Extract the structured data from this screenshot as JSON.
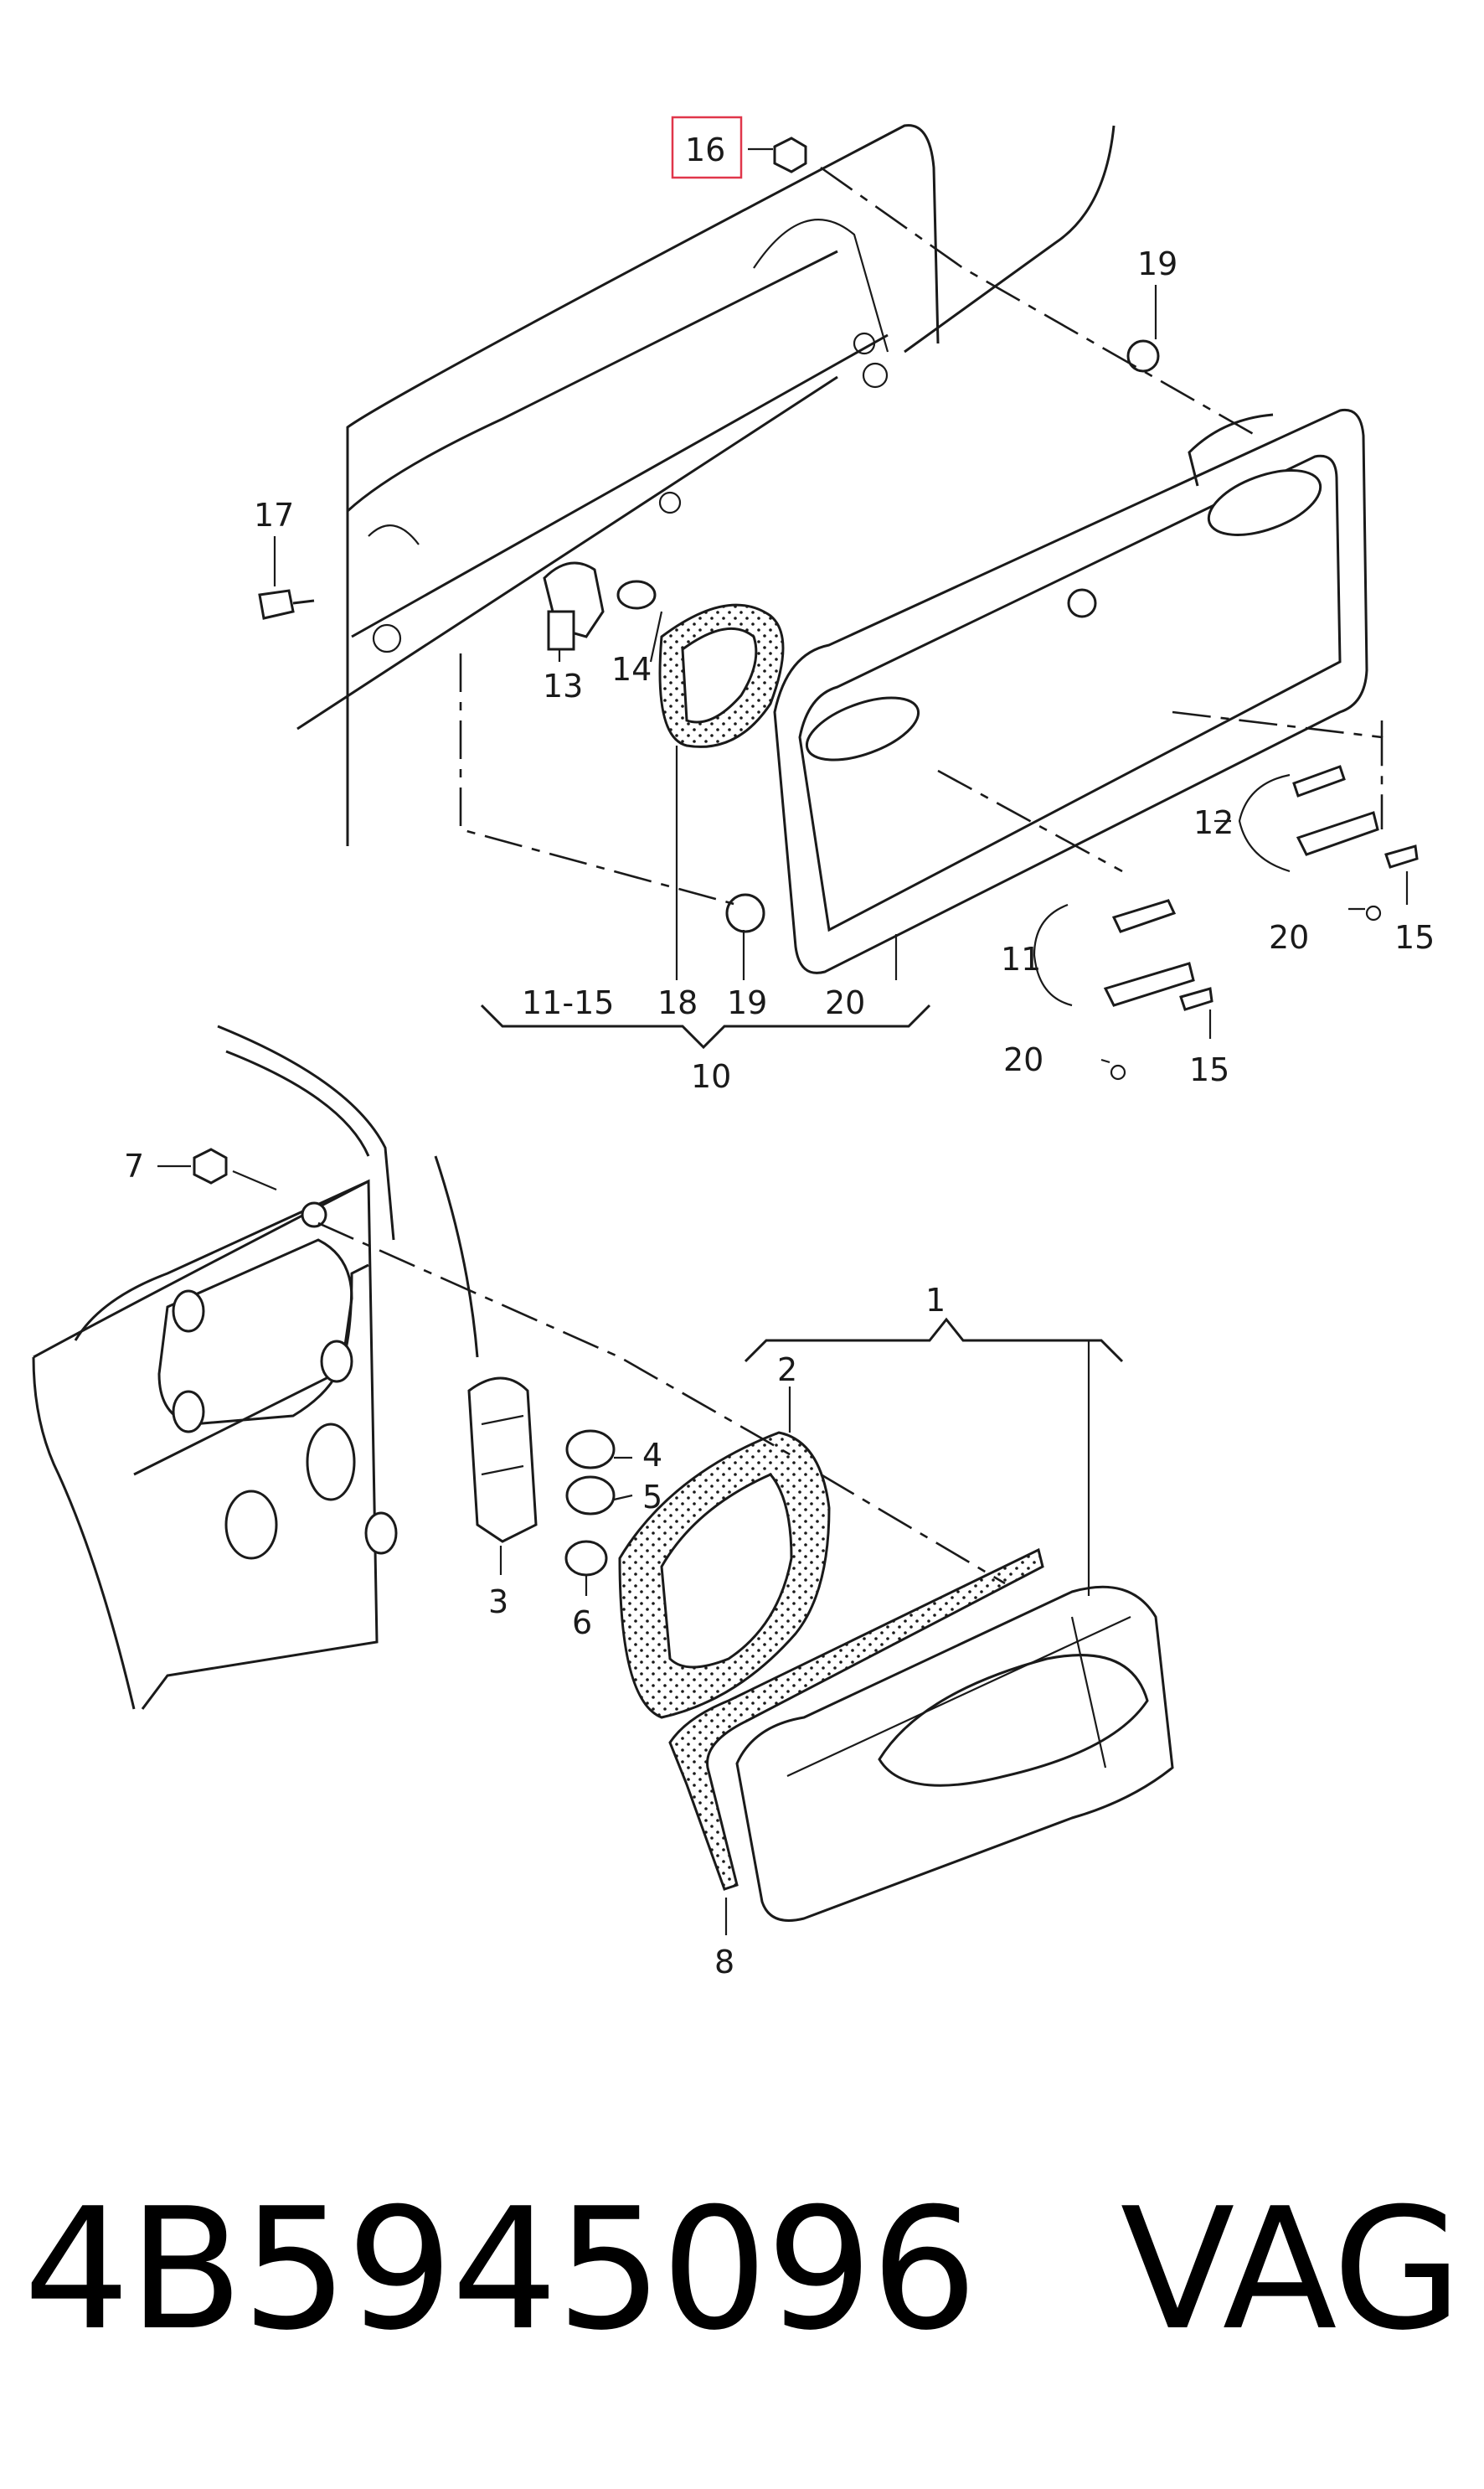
{
  "callouts": {
    "c16": "16",
    "c19a": "19",
    "c17": "17",
    "c13": "13",
    "c14": "14",
    "c12": "12",
    "c20a": "20",
    "c15a": "15",
    "c11": "11",
    "c20b": "20",
    "c15b": "15",
    "g_11_15": "11-15",
    "g_18": "18",
    "g_19": "19",
    "g_20": "20",
    "c10": "10",
    "c7": "7",
    "c1": "1",
    "c2": "2",
    "c4": "4",
    "c5": "5",
    "c3": "3",
    "c6": "6",
    "c8": "8"
  },
  "footer": {
    "part_number": "4B5945096",
    "brand": "VAG"
  },
  "colors": {
    "highlight": "#e0364a"
  }
}
